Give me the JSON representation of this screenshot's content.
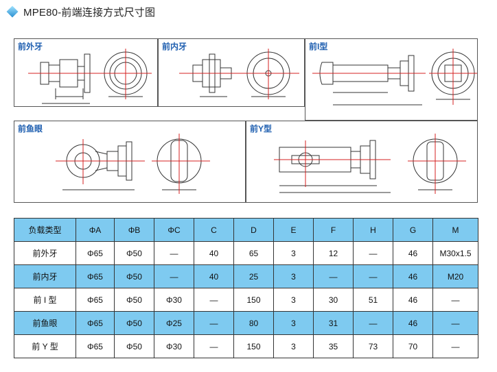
{
  "header": {
    "title": "MPE80-前端连接方式尺寸图",
    "icon": "diamond-icon"
  },
  "panels": [
    {
      "label": "前外牙"
    },
    {
      "label": "前内牙"
    },
    {
      "label": "前I型"
    },
    {
      "label": "前鱼眼"
    },
    {
      "label": "前Y型"
    }
  ],
  "table": {
    "headers": [
      "负载类型",
      "ΦA",
      "ΦB",
      "ΦC",
      "C",
      "D",
      "E",
      "F",
      "H",
      "G",
      "M"
    ],
    "rows": [
      [
        "前外牙",
        "Φ65",
        "Φ50",
        "—",
        "40",
        "65",
        "3",
        "12",
        "—",
        "46",
        "M30x1.5"
      ],
      [
        "前内牙",
        "Φ65",
        "Φ50",
        "—",
        "40",
        "25",
        "3",
        "—",
        "—",
        "46",
        "M20"
      ],
      [
        "前 I 型",
        "Φ65",
        "Φ50",
        "Φ30",
        "—",
        "150",
        "3",
        "30",
        "51",
        "46",
        "—"
      ],
      [
        "前鱼眼",
        "Φ65",
        "Φ50",
        "Φ25",
        "—",
        "80",
        "3",
        "31",
        "—",
        "46",
        "—"
      ],
      [
        "前 Y 型",
        "Φ65",
        "Φ50",
        "Φ30",
        "—",
        "150",
        "3",
        "35",
        "73",
        "70",
        "—"
      ]
    ]
  },
  "colors": {
    "accent": "#7ecaf0",
    "label": "#1f5fb0",
    "centerline": "#d42020"
  }
}
